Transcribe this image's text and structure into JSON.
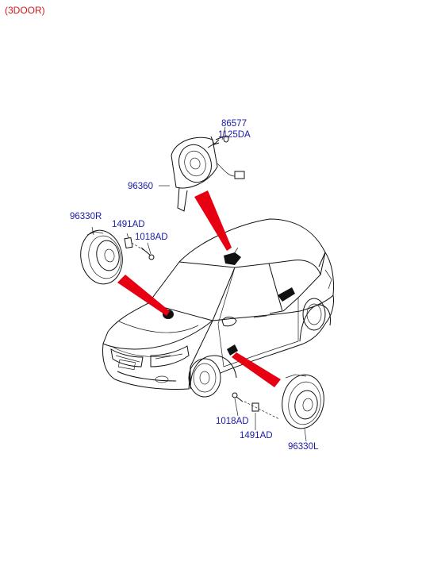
{
  "header": {
    "variant_label": "(3DOOR)"
  },
  "colors": {
    "label_blue": "#1a1aa6",
    "variant_red": "#d01818",
    "pointer_red": "#e60012",
    "line_black": "#111111"
  },
  "parts": {
    "p86577": {
      "code": "86577"
    },
    "p1125DA": {
      "code": "1125DA"
    },
    "p96360": {
      "code": "96360"
    },
    "p96330R": {
      "code": "96330R"
    },
    "p1491AD_top": {
      "code": "1491AD"
    },
    "p1018AD_top": {
      "code": "1018AD"
    },
    "p1018AD_bottom": {
      "code": "1018AD"
    },
    "p1491AD_bottom": {
      "code": "1491AD"
    },
    "p96330L": {
      "code": "96330L"
    }
  }
}
